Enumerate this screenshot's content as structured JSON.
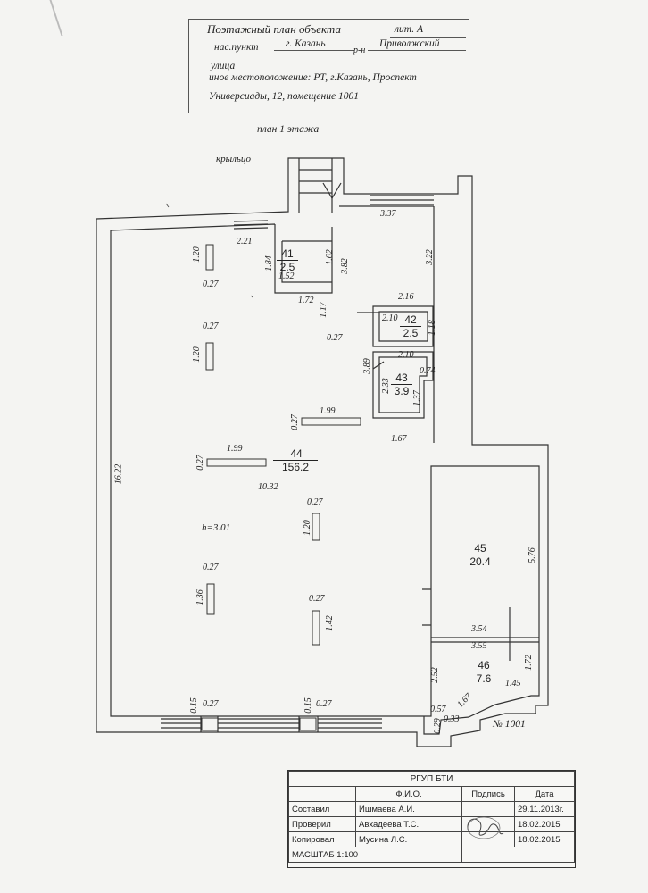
{
  "header": {
    "title": "Поэтажный план объекта",
    "lit_label": "лит. А",
    "locality_label": "нас.пункт",
    "locality_value": "г. Казань",
    "district_label": "р-н",
    "district_value": "Приволжский",
    "street_label": "улица",
    "other_location": "иное местоположение: РТ, г.Казань, Проспект",
    "other_location_2": "Универсиады, 12, помещение 1001"
  },
  "plan": {
    "floor_title": "план 1 этажа",
    "porch_label": "крыльцо",
    "height_label": "h=3.01",
    "premise_label": "№ 1001",
    "rooms": [
      {
        "number": "41",
        "area": "2.5"
      },
      {
        "number": "42",
        "area": "2.5"
      },
      {
        "number": "43",
        "area": "3.9"
      },
      {
        "number": "44",
        "area": "156.2"
      },
      {
        "number": "45",
        "area": "20.4"
      },
      {
        "number": "46",
        "area": "7.6"
      }
    ],
    "dimensions": {
      "d_337": "3.37",
      "d_322": "3.22",
      "d_221": "2.21",
      "d_120a": "1.20",
      "d_184": "1.84",
      "d_162": "1.62",
      "d_152": "1.52",
      "d_382": "3.82",
      "d_027a": "0.27",
      "d_172": "1.72",
      "d_117": "1.17",
      "d_216": "2.16",
      "d_210a": "2.10",
      "d_118": "1.18",
      "d_027b": "0.27",
      "d_027c": "0.27",
      "d_120b": "1.20",
      "d_210b": "2.10",
      "d_389": "3.89",
      "d_233": "2.33",
      "d_074": "0.74",
      "d_137": "1.37",
      "d_199a": "1.99",
      "d_027d": "0.27",
      "d_167a": "1.67",
      "d_199b": "1.99",
      "d_027e": "0.27",
      "d_1622": "16.22",
      "d_1032": "10.32",
      "d_027f": "0.27",
      "d_120c": "1.20",
      "d_576": "5.76",
      "d_027g": "0.27",
      "d_136": "1.36",
      "d_027h": "0.27",
      "d_142": "1.42",
      "d_354": "3.54",
      "d_355": "3.55",
      "d_252": "2.52",
      "d_172b": "1.72",
      "d_145": "1.45",
      "d_015a": "0.15",
      "d_027i": "0.27",
      "d_015b": "0.15",
      "d_027j": "0.27",
      "d_057": "0.57",
      "d_167b": "1.67",
      "d_033": "0.33",
      "d_029": "0.29"
    }
  },
  "stamp": {
    "org": "РГУП БТИ",
    "col_name": "Ф.И.О.",
    "col_sign": "Подпись",
    "col_date": "Дата",
    "rows": [
      {
        "role": "Составил",
        "name": "Ишмаева А.И.",
        "date": "29.11.2013г."
      },
      {
        "role": "Проверил",
        "name": "Авхадеева Т.С.",
        "date": "18.02.2015"
      },
      {
        "role": "Копировал",
        "name": "Мусина Л.С.",
        "date": "18.02.2015"
      }
    ],
    "scale": "МАСШТАБ 1:100"
  }
}
